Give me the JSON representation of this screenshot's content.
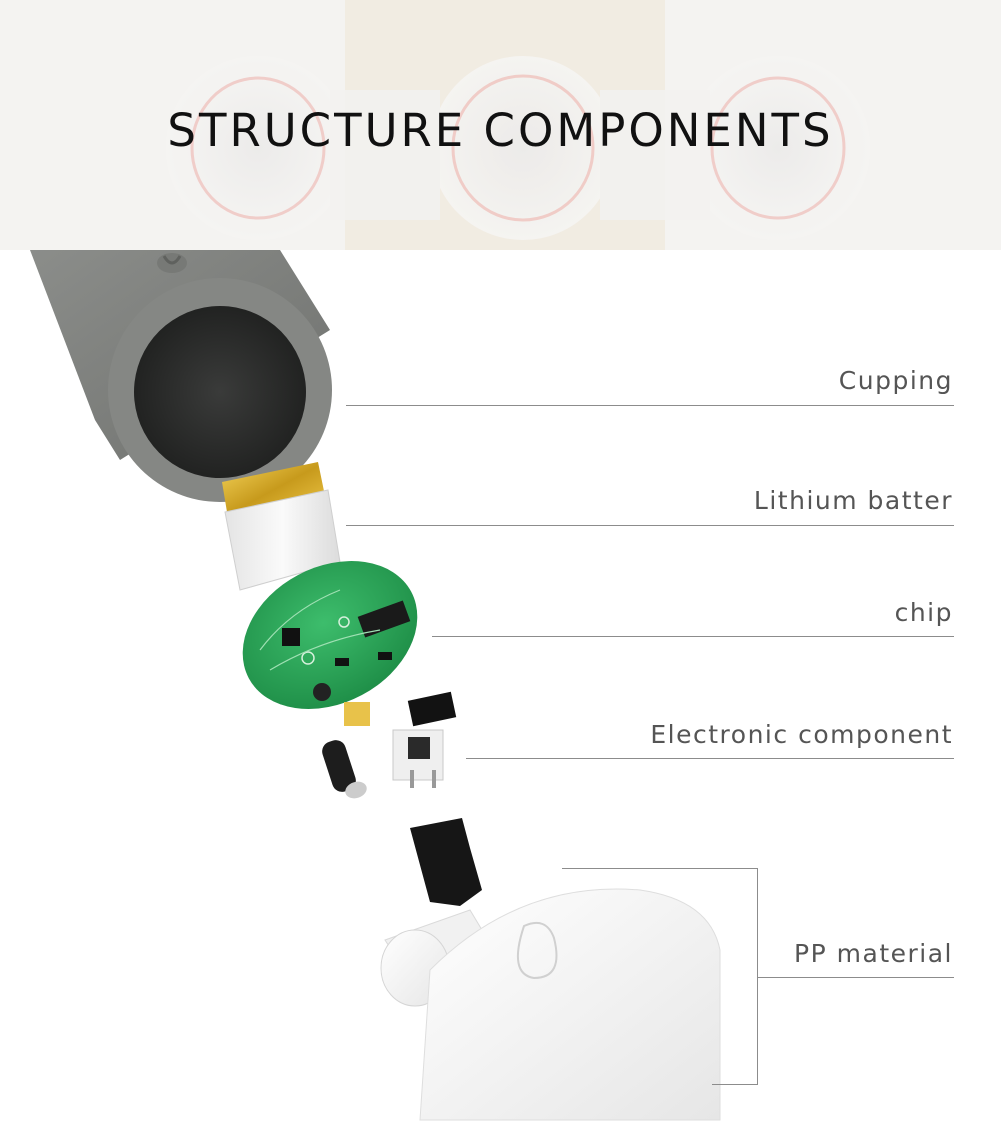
{
  "banner": {
    "title": "STRUCTURE COMPONENTS"
  },
  "labels": {
    "cupping": "Cupping",
    "battery": "Lithium batter",
    "chip": "chip",
    "electronic": "Electronic component",
    "pp": "PP material"
  },
  "colors": {
    "banner_bg": "#f4f3f1",
    "cup_body": "#7c7e7b",
    "pcb": "#2fa35a",
    "leader_line": "#8c8c8c",
    "label_text": "#555555"
  }
}
